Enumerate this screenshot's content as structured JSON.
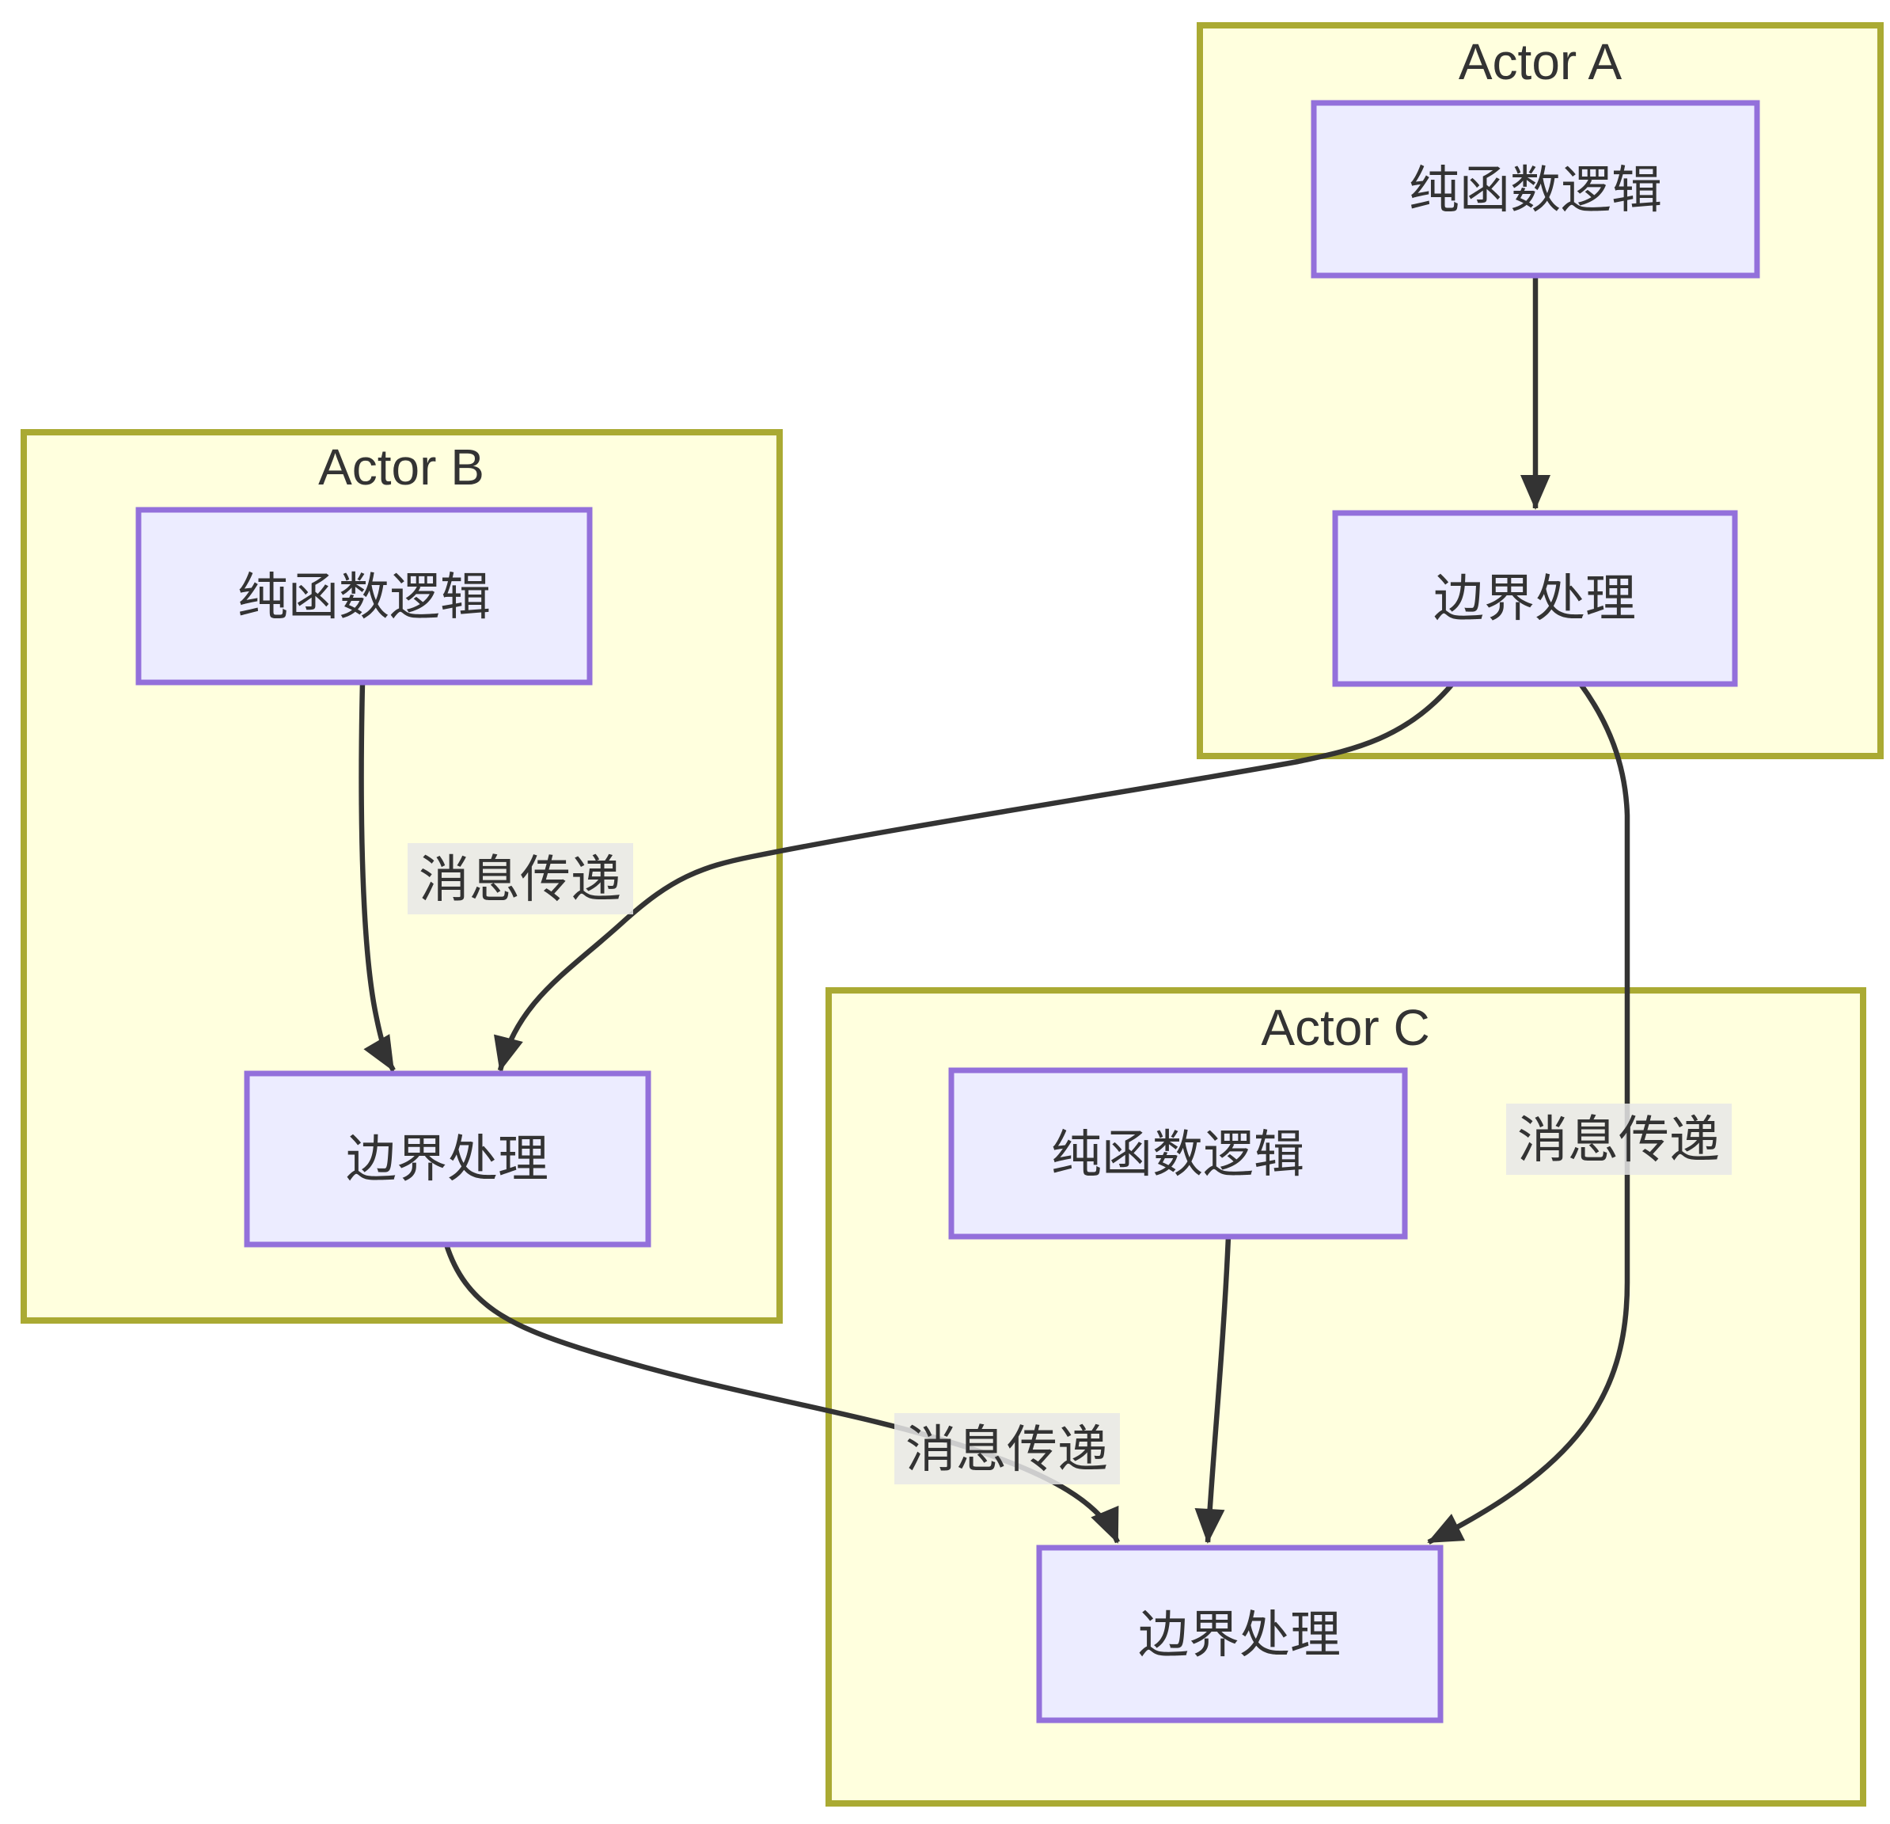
{
  "diagram": {
    "type": "flowchart",
    "direction": "top-bottom",
    "clusters": [
      {
        "id": "ActorA",
        "title": "Actor A",
        "nodes": [
          {
            "id": "A_pure",
            "label": "纯函数逻辑"
          },
          {
            "id": "A_boundary",
            "label": "边界处理"
          }
        ]
      },
      {
        "id": "ActorB",
        "title": "Actor B",
        "nodes": [
          {
            "id": "B_pure",
            "label": "纯函数逻辑"
          },
          {
            "id": "B_boundary",
            "label": "边界处理"
          }
        ]
      },
      {
        "id": "ActorC",
        "title": "Actor C",
        "nodes": [
          {
            "id": "C_pure",
            "label": "纯函数逻辑"
          },
          {
            "id": "C_boundary",
            "label": "边界处理"
          }
        ]
      }
    ],
    "edges": [
      {
        "from": "ActorA.纯函数逻辑",
        "to": "ActorA.边界处理",
        "label": ""
      },
      {
        "from": "ActorB.纯函数逻辑",
        "to": "ActorB.边界处理",
        "label": ""
      },
      {
        "from": "ActorC.纯函数逻辑",
        "to": "ActorC.边界处理",
        "label": ""
      },
      {
        "from": "ActorA.边界处理",
        "to": "ActorB.边界处理",
        "label": "消息传递"
      },
      {
        "from": "ActorA.边界处理",
        "to": "ActorC.边界处理",
        "label": "消息传递"
      },
      {
        "from": "ActorB.边界处理",
        "to": "ActorC.边界处理",
        "label": "消息传递"
      }
    ],
    "colors": {
      "cluster_fill": "#ffffde",
      "cluster_border": "#aaaa33",
      "node_fill": "#ececff",
      "node_border": "#9370db",
      "edge": "#333333",
      "text": "#333333",
      "edge_label_bg": "#e8e8e8"
    }
  }
}
